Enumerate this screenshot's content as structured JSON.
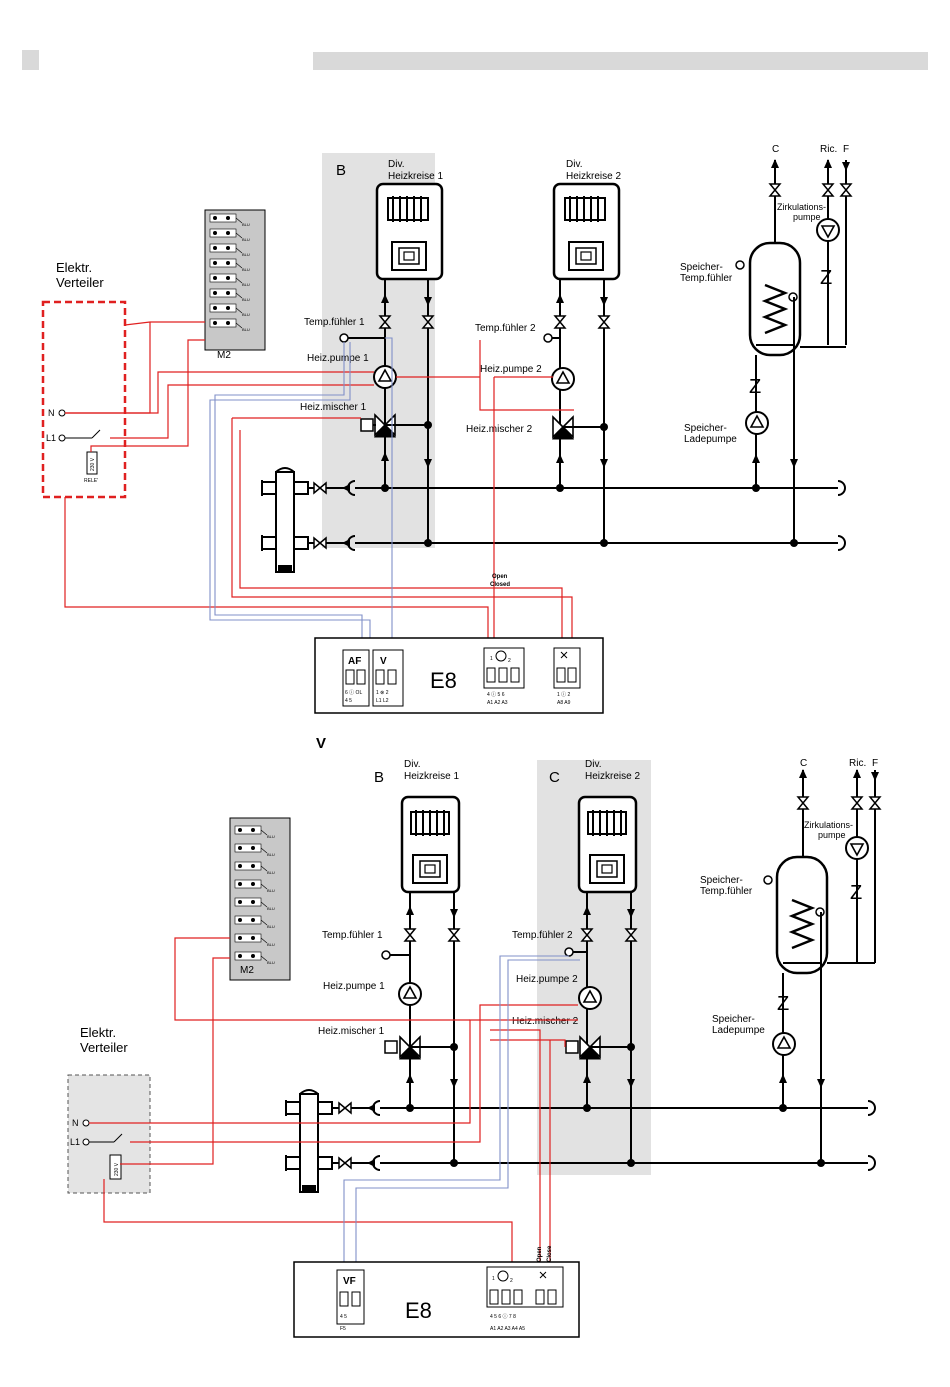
{
  "colors": {
    "header_grey": "#d9d9d9",
    "zone_grey": "#e2e2e2",
    "wire_red": "#e02020",
    "wire_blue": "#8090c8",
    "distributor_red": "#e02020",
    "distributor_grey": "#555555"
  },
  "top": {
    "zone_letter": "B",
    "heating_circuit_1": [
      "Div.",
      "Heizkreise 1"
    ],
    "heating_circuit_2": [
      "Div.",
      "Heizkreise 2"
    ],
    "temp_sensor_1": "Temp.fühler 1",
    "temp_sensor_2": "Temp.fühler 2",
    "heating_pump_1": "Heiz.pumpe 1",
    "heating_pump_2": "Heiz.pumpe 2",
    "heating_mixer_1": "Heiz.mischer 1",
    "heating_mixer_2": "Heiz.mischer 2",
    "distributor": [
      "Elektr.",
      "Verteiler"
    ],
    "terminal_n": "N",
    "terminal_l1": "L1",
    "relay_voltage": "230 V",
    "relay_label": "RELE'",
    "module": "M2",
    "module_row_text": "BLU",
    "circ_pump": [
      "Zirkulations-",
      "pumpe"
    ],
    "tank_sensor": [
      "Speicher-",
      "Temp.fühler"
    ],
    "tank_pump": [
      "Speicher-",
      "Ladepumpe"
    ],
    "dhw_c": "C",
    "dhw_ric": "Ric.",
    "dhw_f": "F",
    "mixer_open": "Open",
    "mixer_closed": "Closed",
    "controller": "E8",
    "term_af": "AF",
    "term_v": "V",
    "term_group1_nums": "6 ⓘ OL",
    "term_group1_nums2": "4 5",
    "term_group2_nums": "1 ⊗ 2",
    "term_group2_nums2": "L1 L2",
    "pump_num1": "1",
    "pump_num2": "2",
    "term_group3_top": "4 ⓘ 5   6",
    "term_group3_bottom": "A1  A2  A3",
    "term_group4_top": "1 ⓘ 2",
    "term_group4_bottom": "A8 A9"
  },
  "bottom": {
    "section_letter": "V",
    "zone_b": "B",
    "zone_c": "C",
    "heating_circuit_1": [
      "Div.",
      "Heizkreise 1"
    ],
    "heating_circuit_2": [
      "Div.",
      "Heizkreise 2"
    ],
    "temp_sensor_1": "Temp.fühler 1",
    "temp_sensor_2": "Temp.fühler 2",
    "heating_pump_1": "Heiz.pumpe 1",
    "heating_pump_2": "Heiz.pumpe 2",
    "heating_mixer_1": "Heiz.mischer 1",
    "heating_mixer_2": "Heiz.mischer 2",
    "distributor": [
      "Elektr.",
      "Verteiler"
    ],
    "terminal_n": "N",
    "terminal_l1": "L1",
    "relay_voltage": "230 V",
    "module": "M2",
    "module_row_text": "BLU",
    "circ_pump": [
      "Zirkulations-",
      "pumpe"
    ],
    "tank_sensor": [
      "Speicher-",
      "Temp.fühler"
    ],
    "tank_pump": [
      "Speicher-",
      "Ladepumpe"
    ],
    "dhw_c": "C",
    "dhw_ric": "Ric.",
    "dhw_f": "F",
    "mixer_open": "Open",
    "mixer_close": "Close",
    "controller": "E8",
    "term_vf": "VF",
    "term_vf_nums": "4 5",
    "term_vf_bottom": "F5",
    "pump_num1": "1",
    "pump_num2": "2",
    "term_group_top": "4   5   6 ⓘ 7   8",
    "term_group_bottom": "A1  A2  A3  A4  A5"
  }
}
